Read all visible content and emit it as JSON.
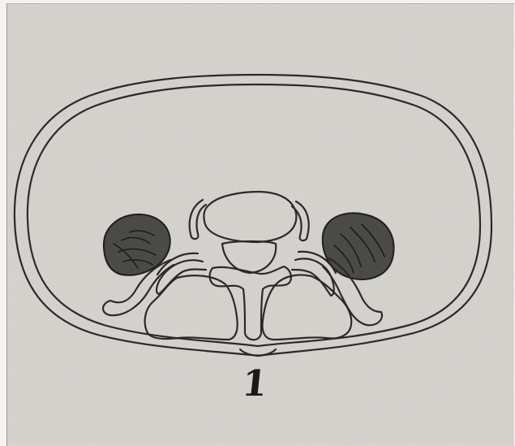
{
  "figure": {
    "number": "1"
  },
  "colors": {
    "background": "#d9d8d3",
    "outline": "#2a2a2a",
    "kidney_fill": "#4a4a47",
    "kidney_veins": "#1c1c1a",
    "paper_margin": "#f4f3ef"
  },
  "parts": [
    "body-wall",
    "abdominal-cavity",
    "left-kidney",
    "right-kidney",
    "vertebral-body",
    "intervertebral-disc",
    "spinal-canal",
    "spinous-process",
    "psoas-muscles",
    "back-muscles",
    "quadratus-lumborum-muscles"
  ]
}
